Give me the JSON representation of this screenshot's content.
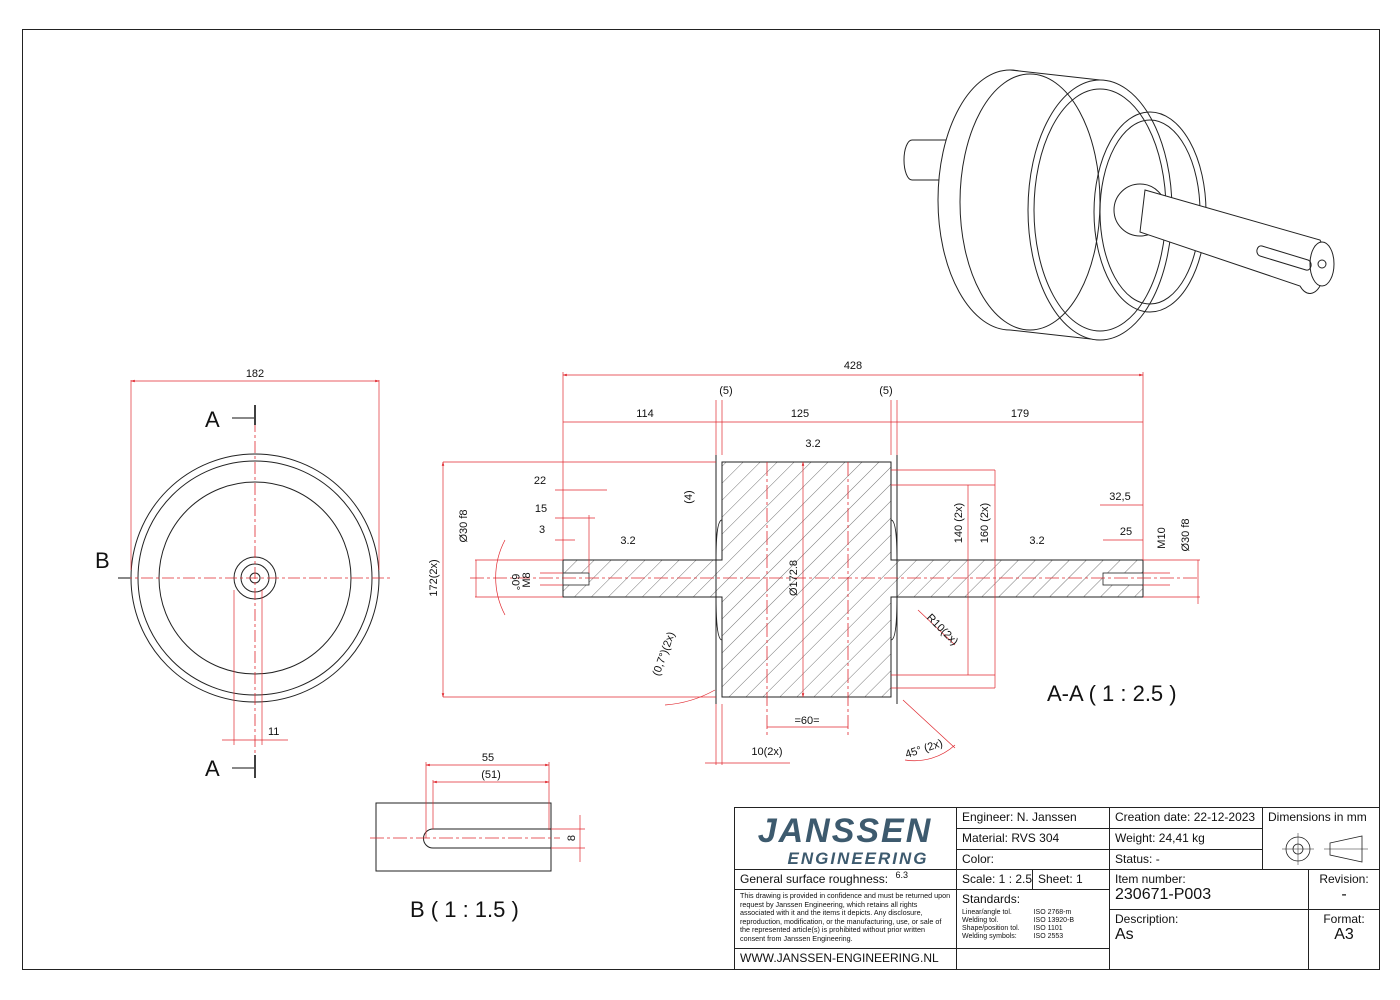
{
  "views": {
    "section_label": "A-A ( 1 : 2.5 )",
    "detail_label": "B ( 1 : 1.5 )",
    "cut_label_a": "A",
    "cut_label_b": "B"
  },
  "dimensions": {
    "front_overall": "182",
    "front_11": "11",
    "overall_length": "428",
    "seg_114": "114",
    "seg_5a": "(5)",
    "seg_125": "125",
    "seg_5b": "(5)",
    "seg_179": "179",
    "d_22": "22",
    "d_15": "15",
    "d_3": "3",
    "d_4": "(4)",
    "rough_1": "3.2",
    "rough_2": "3.2",
    "rough_3": "3.2",
    "shaft_dia_left": "Ø30 f8",
    "shaft_dia_right": "Ø30 f8",
    "height_172": "172(2x)",
    "angle_60": "60°",
    "thread_m8": "M8",
    "thread_m10": "M10",
    "drum_dia": "Ø172.8",
    "d_140": "140 (2x)",
    "d_160": "160 (2x)",
    "d_32_5": "32,5",
    "d_25": "25",
    "radius": "R10(2x)",
    "taper": "(0,7°)(2x)",
    "d_60": "=60=",
    "d_10": "10(2x)",
    "chamfer": "45° (2x)",
    "key_55": "55",
    "key_51": "(51)",
    "key_8": "8"
  },
  "title_block": {
    "logo_line1": "JANSSEN",
    "logo_line2": "ENGINEERING",
    "engineer": "Engineer: N. Janssen",
    "material": "Material: RVS 304",
    "color": "Color:",
    "creation_date": "Creation date: 22-12-2023",
    "weight": "Weight: 24,41 kg",
    "status": "Status: -",
    "dimensions_unit": "Dimensions in mm",
    "surface_roughness": "General surface roughness:",
    "roughness_value": "6.3",
    "scale": "Scale: 1 : 2.5",
    "sheet": "Sheet: 1",
    "item_number_label": "Item number:",
    "item_number": "230671-P003",
    "revision_label": "Revision:",
    "revision": "-",
    "standards_label": "Standards:",
    "standards": [
      {
        "name": "Linear/angle tol.",
        "value": "ISO 2768-m"
      },
      {
        "name": "Welding tol.",
        "value": "ISO 13920-B"
      },
      {
        "name": "Shape/position tol.",
        "value": "ISO 1101"
      },
      {
        "name": "Welding symbols:",
        "value": "ISO 2553"
      }
    ],
    "description_label": "Description:",
    "description": "As",
    "format_label": "Format:",
    "format": "A3",
    "disclaimer": "This drawing is provided in confidence and must be returned upon request by Janssen Engineering, which retains all rights associated with it and the items it depicts. Any disclosure, reproduction, modification, or the manufacturing, use, or sale of the represented article(s) is prohibited without prior written consent from Janssen Engineering.",
    "website": "WWW.JANSSEN-ENGINEERING.NL"
  },
  "colors": {
    "dimension_red": "#e0282f",
    "line_black": "#222222",
    "logo_blue": "#3d5a6e"
  }
}
